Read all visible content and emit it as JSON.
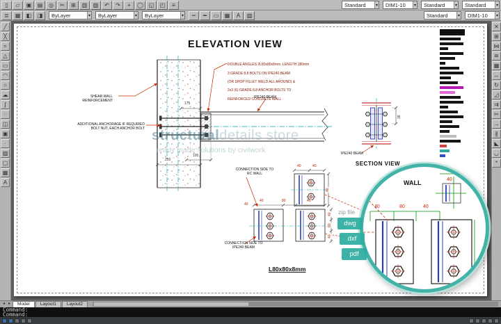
{
  "colors": {
    "accent_teal": "#3ab1a5",
    "annotation_red": "#cc2200",
    "dim_green": "#009a00",
    "steel_blue": "#2a3fb8"
  },
  "chrome": {
    "row1_icons": [
      {
        "n": "new-file-icon",
        "g": "▯"
      },
      {
        "n": "open-file-icon",
        "g": "▱"
      },
      {
        "n": "save-icon",
        "g": "▣"
      },
      {
        "n": "plot-icon",
        "g": "▤"
      },
      {
        "n": "plot-preview-icon",
        "g": "◎"
      },
      {
        "n": "cut-icon",
        "g": "✂"
      },
      {
        "n": "copy-clip-icon",
        "g": "⊞"
      },
      {
        "n": "paste-icon",
        "g": "▥"
      },
      {
        "n": "match-properties-icon",
        "g": "▨"
      },
      {
        "n": "undo-icon",
        "g": "↶"
      },
      {
        "n": "redo-icon",
        "g": "↷"
      },
      {
        "n": "pan-icon",
        "g": "+"
      },
      {
        "n": "zoom-realtime-icon",
        "g": "◯"
      },
      {
        "n": "zoom-window-icon",
        "g": "◱"
      },
      {
        "n": "zoom-previous-icon",
        "g": "◰"
      },
      {
        "n": "properties-icon",
        "g": "≡"
      }
    ],
    "row1_combos": [
      "Standard",
      "DIM1-10",
      "Standard",
      "Standard"
    ],
    "row2_icons": [
      {
        "n": "layer-properties-icon",
        "g": "≣"
      },
      {
        "n": "layers-icon",
        "g": "▦"
      },
      {
        "n": "layer-states-icon",
        "g": "◧"
      },
      {
        "n": "layer-freeze-icon",
        "g": "◨"
      }
    ],
    "row2_combos": [
      "ByLayer",
      "ByLayer",
      "ByLayer"
    ],
    "row2_icons_b": [
      {
        "n": "linetype-icon",
        "g": "╍"
      },
      {
        "n": "lineweight-icon",
        "g": "━"
      },
      {
        "n": "plot-style-icon",
        "g": "▭"
      },
      {
        "n": "table-style-icon",
        "g": "▦"
      },
      {
        "n": "annotation-scale-icon",
        "g": "A"
      },
      {
        "n": "workspace-icon",
        "g": "▧"
      }
    ],
    "row2_combos_right": [
      "Standard",
      "DIM1-10"
    ],
    "left_tools": [
      {
        "n": "line-icon",
        "g": "╱"
      },
      {
        "n": "construction-line-icon",
        "g": "╳"
      },
      {
        "n": "polyline-icon",
        "g": "≈"
      },
      {
        "n": "polygon-icon",
        "g": "△"
      },
      {
        "n": "rectangle-icon",
        "g": "▭"
      },
      {
        "n": "arc-icon",
        "g": "◠"
      },
      {
        "n": "circle-icon",
        "g": "○"
      },
      {
        "n": "revision-cloud-icon",
        "g": "☁"
      },
      {
        "n": "spline-icon",
        "g": "∫"
      },
      {
        "n": "ellipse-icon",
        "g": "◌"
      },
      {
        "n": "insert-block-icon",
        "g": "◫"
      },
      {
        "n": "make-block-icon",
        "g": "▣"
      },
      {
        "n": "point-icon",
        "g": "·"
      },
      {
        "n": "hatch-icon",
        "g": "▨"
      },
      {
        "n": "region-icon",
        "g": "▢"
      },
      {
        "n": "table-icon",
        "g": "▦"
      },
      {
        "n": "text-icon",
        "g": "A"
      }
    ],
    "right_tools": [
      {
        "n": "erase-icon",
        "g": "✕"
      },
      {
        "n": "copy-icon",
        "g": "⊞"
      },
      {
        "n": "mirror-icon",
        "g": "⋈"
      },
      {
        "n": "offset-icon",
        "g": "≋"
      },
      {
        "n": "array-icon",
        "g": "▦"
      },
      {
        "n": "move-icon",
        "g": "↔"
      },
      {
        "n": "rotate-icon",
        "g": "↻"
      },
      {
        "n": "scale-icon",
        "g": "◿"
      },
      {
        "n": "stretch-icon",
        "g": "⇉"
      },
      {
        "n": "trim-icon",
        "g": "✂"
      },
      {
        "n": "extend-icon",
        "g": "→"
      },
      {
        "n": "break-icon",
        "g": "∦"
      },
      {
        "n": "chamfer-icon",
        "g": "◣"
      },
      {
        "n": "fillet-icon",
        "g": "◡"
      },
      {
        "n": "explode-icon",
        "g": "*"
      }
    ],
    "layout_tabs": [
      "Model",
      "Layout1",
      "Layout2"
    ],
    "tab_nav_left": "◂",
    "tab_nav_right": "▸",
    "command": {
      "history": "Command:",
      "prompt": "Command:"
    }
  },
  "drawing": {
    "elevation_title": "ELEVATION VIEW",
    "section_title": "SECTION VIEW",
    "note_lines": [
      "DOUBLE ANGLES 2L80x80x8mm, LENGTH 180mm",
      "3 GRADE 8.8 BOLTS ON IPE240 BEAM",
      "(OR SHOP FILLET WELD ALL AROUND) &",
      "2x3 (6) GRADE 8.8 ANCHOR BOLTS TO",
      "REINFORCED CONCRETE WALL"
    ],
    "labels": {
      "shear_wall": "SHEAR WALL\nREINFORCEMENT",
      "anchorage": "ADDITIONAL ANCHORAGE IF REQUIRED\nBOLT NUT, EACH ANCHOR BOLT",
      "beam": "IPE240 BEAM",
      "beam_section": "IPE240 BEAM",
      "conn_rc": "CONNECTION SIDE TO\nRC WALL",
      "conn_beam": "CONNECTION SIDE TO\nIPE240 BEAM",
      "angle_size": "L80x80x8mm",
      "wall_in_zoom": "WALL"
    },
    "dims": {
      "w175": "175",
      "w100": "100",
      "w250": "250",
      "h38": "38",
      "s40": "40",
      "s80": "80"
    },
    "watermark": {
      "strong": "structural",
      "light": "details store",
      "sub": "ready made solutions by civilwork"
    },
    "download": {
      "zip_label": "zip file",
      "formats": [
        "dwg",
        "dxf",
        "pdf"
      ]
    },
    "legend_bars": [
      {
        "w": 36,
        "h": 9,
        "c": "#101010"
      },
      {
        "w": 30,
        "c": "#151515"
      },
      {
        "w": 34,
        "c": "#151515"
      },
      {
        "w": 12,
        "c": "#151515"
      },
      {
        "w": 34,
        "c": "#151515"
      },
      {
        "w": 22,
        "c": "#151515"
      },
      {
        "w": 8,
        "c": "#151515"
      },
      {
        "w": 28,
        "c": "#151515"
      },
      {
        "w": 34,
        "c": "#151515"
      },
      {
        "w": 16,
        "c": "#151515"
      },
      {
        "w": 26,
        "c": "#151515"
      },
      {
        "w": 34,
        "c": "#b31bb3"
      },
      {
        "w": 22,
        "c": "#e06ad6"
      },
      {
        "w": 30,
        "c": "#151515"
      },
      {
        "w": 34,
        "c": "#151515"
      },
      {
        "w": 12,
        "c": "#151515"
      },
      {
        "w": 26,
        "c": "#151515"
      },
      {
        "w": 34,
        "c": "#151515"
      },
      {
        "w": 18,
        "c": "#151515"
      },
      {
        "w": 28,
        "c": "#151515"
      },
      {
        "w": 14,
        "c": "#151515"
      },
      {
        "w": 24,
        "c": "#bdbdbd"
      },
      {
        "w": 30,
        "c": "#151515"
      },
      {
        "w": 10,
        "c": "#d04040"
      },
      {
        "w": 14,
        "c": "#2fa8a0"
      },
      {
        "w": 8,
        "c": "#3050c0"
      }
    ]
  }
}
